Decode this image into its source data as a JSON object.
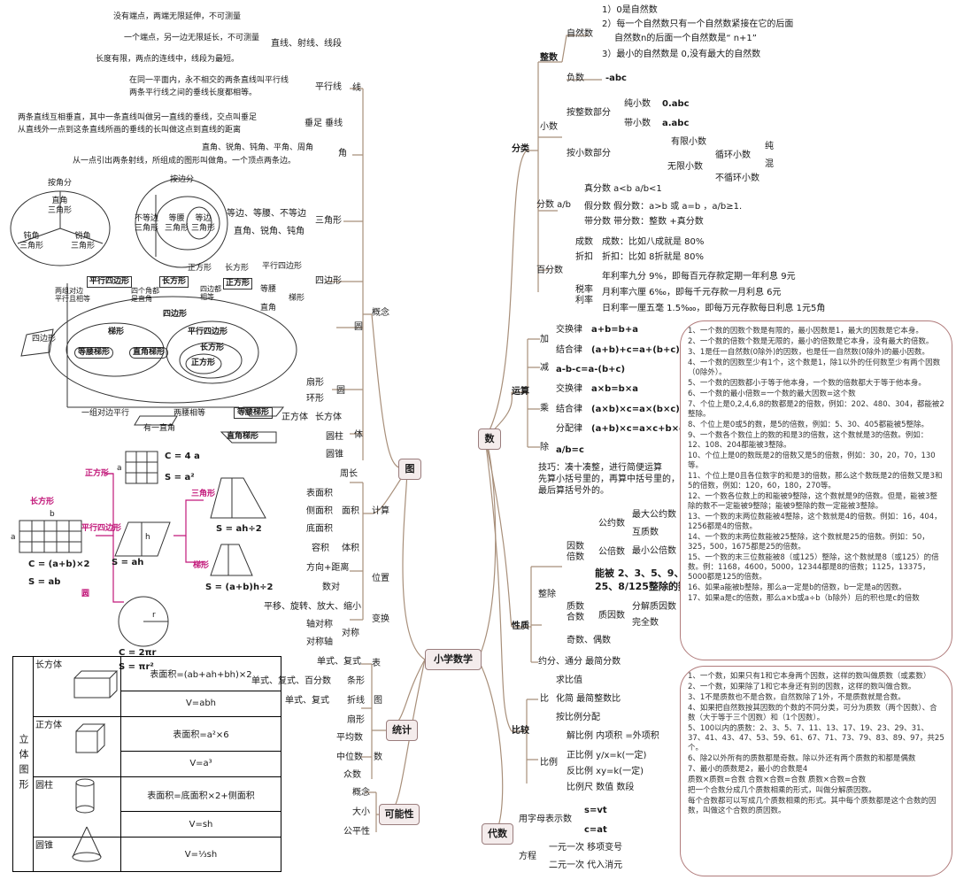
{
  "center": "小学数学",
  "branches": {
    "shu": "数",
    "daishu": "代数",
    "tu": "图",
    "tongji": "统计",
    "kenengxing": "可能性"
  },
  "shu": {
    "fenlei": "分类",
    "zhengshu": "整数",
    "ziranshu": "自然数",
    "zr1": "1）0是自然数",
    "zr2": "2）每一个自然数只有一个自然数紧接在它的后面",
    "zr2b": "自然数n的后面一个自然数是“ n+1”",
    "zr3": "3）最小的自然数是 0,没有最大的自然数",
    "fushu": "负数",
    "fushu_ex": "-abc",
    "xiaoshu": "小数",
    "anxiaoshu": "按整数部分",
    "chunxiao": "纯小数",
    "chunxiao_ex": "0.abc",
    "daixiao": "带小数",
    "daixiao_ex": "a.abc",
    "anxiaoshu2": "按小数部分",
    "youxian": "有限小数",
    "wuxian": "无限小数",
    "xunhuan": "循环小数",
    "buxunhuan": "不循环小数",
    "chun": "纯",
    "hun": "混",
    "fenshu": "分数 a/b",
    "zhenfen": "真分数  a<b  a/b<1",
    "jiafen": "假分数  假分数：a>b 或 a=b ，a/b≥1.",
    "daifen": "带分数  带分数：整数 +真分数",
    "baifenshu": "百分数",
    "chengshu": "成数",
    "chengshu_ex": "成数：比如八成就是 80%",
    "zhekou": "折扣",
    "zhekou_ex": "折扣：比如 8折就是 80%",
    "lilv": "税率\n利率",
    "lilv1": "年利率九分  9%，即每百元存款定期一年利息   9元",
    "lilv2": "月利率六厘  6‰，即每千元存款一月利息   6元",
    "lilv3": "日利率一厘五毫  1.5‱，即每万元存款每日利息  1元5角",
    "yunsuan": "运算",
    "jia": "加",
    "jiaohuan": "交换律",
    "jia_jh": "a+b=b+a",
    "jiehe": "结合律",
    "jia_jieh": "(a+b)+c=a+(b+c)",
    "jian": "减",
    "jian_ex": "a-b-c=a-(b+c)",
    "cheng": "乘",
    "cheng_jh": "a×b=b×a",
    "cheng_jieh": "(a×b)×c=a×(b×c)",
    "fenpei": "分配律",
    "cheng_fp": "(a+b)×c=a×c+b×c",
    "chu": "除",
    "chu_ex": "a/b=c",
    "jiqiao": "技巧：凑十凑整，进行简便运算\n先算小括号里的，再算中括号里的，\n最后算括号外的。",
    "xingzhi": "性质",
    "zhengchu": "整除",
    "yinshu": "因数\n倍数",
    "gongyin": "公约数",
    "zuidagong": "最大公约数",
    "husu": "互质数",
    "gongbei": "公倍数",
    "zuixiaogong": "最小公倍数",
    "shuxing": "能被 2、3、5、9、4\n25、8/125整除的数",
    "zhishu": "质数\n合数",
    "zhiyinshu": "质因数",
    "fenjie": "分解质因数",
    "wanquan": "完全数",
    "jiou": "奇数、偶数",
    "yuefen": "约分、通分   最简分数",
    "bijiao": "比较",
    "bi": "比",
    "qiubi": "求比值",
    "huajian": "化简   最简整数比",
    "anbili": "按比例分配",
    "bili": "比例",
    "jiebili": "解比例   内项积 =外项积",
    "zhengbili": "正比例  y/x=k(一定)",
    "fanbili": "反比例  xy=k(一定)",
    "bilichi": "比例尺  数值 数段"
  },
  "daishu": {
    "yongzimu": "用字母表示数",
    "f1": "s=vt",
    "f2": "c=at",
    "fangcheng": "方程",
    "yiyuan": "一元一次   移项变号",
    "eryuan": "二元一次   代入消元"
  },
  "tu": {
    "gainian": "概念",
    "xian": "线",
    "xianduan": "直线、射线、线段",
    "xd1": "没有端点，两端无限延伸，不可测量",
    "xd2": "一个端点，另一边无限延长，不可测量",
    "xd3": "长度有限，两点的连线中，线段为最短。",
    "pingxing": "平行线",
    "px1": "在同一平面内，永不相交的两条直线叫平行线",
    "px2": "两条平行线之间的垂线长度都相等。",
    "chuizu": "垂足  垂线",
    "cz1": "两条直线互相垂直，其中一条直线叫做另一直线的垂线，交点叫垂足",
    "cz2": "从直线外一点到这条直线所画的垂线的长叫做这点到直线的距离",
    "jiao": "角",
    "jiao1": "直角、锐角、钝角、平角、周角",
    "jiao2": "从一点引出两条射线，所组成的图形叫做角。一个顶点两条边。",
    "anjiao": "按角分",
    "anbian": "按边分",
    "zhijiao_tri": "直角\n三角形",
    "ruijiao_tri": "锐角\n三角形",
    "dunjiao_tri": "钝角\n三角形",
    "budeng": "不等边\n三角形",
    "dengyao": "等腰\n三角形",
    "dengbian": "等边\n三角形",
    "sanjiaoxing": "三角形",
    "sj1": "等边、等腰、不等边",
    "sj2": "直角、锐角、钝角",
    "sibianxing": "四边形",
    "zhengfang": "正方形",
    "changfang": "长方形",
    "pingxingsibian": "平行四边形",
    "dengyao2": "等腰",
    "zhijiao2": "直角",
    "tixing": "梯形",
    "pxsb": "平行四边形",
    "liangzu": "两组对边\n平行且相等",
    "sige": "四个角都\n是直角",
    "silbian": "四边都\n相等",
    "sibianxing_big": "四边形",
    "tixing2": "梯形",
    "dengyaotixing": "等腰梯形",
    "zhijiaotixing": "直角梯形",
    "pxsb2": "平行四边形",
    "changfang2": "长方形",
    "zhengfang2": "正方形",
    "yizu": "一组对边平行",
    "liangyao": "两腰相等",
    "youyi": "有一直角",
    "dengyaotixing2": "等腰梯形",
    "zhijiaotixing2": "直角梯形",
    "yuan": "圆",
    "shanxing": "扇形",
    "huanxing": "环形",
    "ti": "体",
    "zft": "正方体",
    "cft": "长方体",
    "yuanzhu": "圆柱",
    "yuanzhui": "圆锥",
    "jisuan": "计算",
    "zhouchang": "周长",
    "biaomianji": "表面积",
    "cemianji": "侧面积",
    "dimianji": "底面积",
    "rongji": "容积",
    "tiji": "体积",
    "mianji": "面积",
    "weizhi": "位置",
    "fangxiang": "方向+距离",
    "shuduishu": "数对",
    "bianhuan": "变换",
    "pingyi": "平移、旋转、放大、缩小",
    "zhouduicheng": "轴对称",
    "duicheng": "对称",
    "duichengzhou": "对称轴",
    "zhengfang3": "正方形",
    "C_sq": "C = 4 a",
    "S_sq": "S = a²",
    "changfang3": "长方形",
    "pxsb3": "平行四边形",
    "C_rect": "C = (a+b)×2",
    "S_rect": "S = ab",
    "S_par": "S = ah",
    "sanjiao3": "三角形",
    "S_tri": "S = ah÷2",
    "tixing3": "梯形",
    "S_trap": "S = (a+b)h÷2",
    "yuan3": "圆",
    "C_circ": "C = 2πr",
    "S_circ": "S = πr²",
    "lbl_a": "a",
    "lbl_b": "b",
    "lbl_h": "h",
    "lbl_r": "r"
  },
  "tongji": {
    "biao": "表",
    "danshi": "单式、复式",
    "tiaoxing": "条形",
    "danshi2": "单式、复式、百分数",
    "zhexian": "折线",
    "tu": "图",
    "danshi3": "单式、复式",
    "shanxing": "扇形",
    "pingjunshu": "平均数",
    "zhongweishu": "中位数",
    "shu": "数",
    "zhongshu": "众数"
  },
  "kenengxing": {
    "gainian": "概念",
    "daxiao": "大小",
    "gongping": "公平性"
  },
  "solids": {
    "side": "立体图形",
    "rows": [
      {
        "name": "长方体",
        "f1": "表面积=(ab+ah+bh)×2",
        "f2": "V=abh"
      },
      {
        "name": "正方体",
        "f1": "表面积=a²×6",
        "f2": "V=a³"
      },
      {
        "name": "圆柱",
        "f1": "表面积=底面积×2+侧面积",
        "f2": "V=sh"
      },
      {
        "name": "圆锥",
        "f1": "V=⅓sh",
        "f2": ""
      }
    ]
  },
  "notes1": [
    "1、一个数的因数个数是有限的，最小因数是1，最大的因数是它本身。",
    "2、一个数的倍数个数是无限的，最小的倍数是它本身，没有最大的倍数。",
    "3、1是任一自然数(0除外)的因数，也是任一自然数(0除外)的最小因数。",
    "4、一个数的因数至少有1个，这个数是1，除1以外的任何数至少有两个因数（0除外）。",
    "5、一个数的因数都小于等于他本身，一个数的倍数都大于等于他本身。",
    "6、一个数的最小倍数=一个数的最大因数=这个数",
    "7、个位上是0,2,4,6,8的数都是2的倍数，例如：202、480、304，都能被2整除。",
    "8、个位上是0或5的数，是5的倍数，例如：5、30、405都能被5整除。",
    "9、一个数各个数位上的数的和是3的倍数，这个数就是3的倍数。例如：12、108、204都能被3整除。",
    "10、个位上是0的数既是2的倍数又是5的倍数，例如：30，20，70，130等。",
    "11、个位上是0且各位数字的和是3的倍数，那么这个数既是2的倍数又是3和5的倍数，例如：120，60，180，270等。",
    "12、一个数各位数上的和能被9整除，这个数就是9的倍数。但是，能被3整除的数不一定能被9整除；能被9整除的数一定能被3整除。",
    "13、一个数的末两位数能被4整除，这个数就是4的倍数。例如：16，404，1256都是4的倍数。",
    "14、一个数的末两位数能被25整除，这个数就是25的倍数。例如：50，325，500，1675都是25的倍数。",
    "15、一个数的末三位数能被8（或125）整除，这个数就是8（或125）的倍数。例：1168，4600，5000，12344都是8的倍数；1125，13375，5000都是125的倍数。",
    "16、如果a能被b整除，那么a一定是b的倍数，b一定是a的因数。",
    "17、如果a是c的倍数，那么a×b或a÷b（b除外）后的积也是c的倍数"
  ],
  "notes2": [
    "1、一个数，如果只有1和它本身两个因数，这样的数叫做质数（或素数）",
    "2、一个数，如果除了1和它本身还有别的因数，这样的数叫做合数。",
    "3、1不是质数也不是合数，自然数除了1外，不是质数就是合数。",
    "4、如果把自然数按其因数的个数的不同分类，可分为质数（两个因数）、合数（大于等于三个因数）和（1个因数）。",
    "5、100以内的质数：2、3、5、7、11、13、17、19、23、29、31、37、41、43、47、53、59、61、67、71、73、79、83、89、97，共25个。",
    "6、除2以外所有的质数都是奇数。除以外还有两个质数的和都是偶数",
    "7、最小的质数是2，最小的合数是4",
    "质数×质数=合数   合数×合数=合数      质数×合数=合数",
    "把一个合数分成几个质数相乘的形式，叫做分解质因数。",
    "每个合数都可以写成几个质数相乘的形式。其中每个质数都是这个合数的因数，叫做这个合数的质因数。"
  ]
}
